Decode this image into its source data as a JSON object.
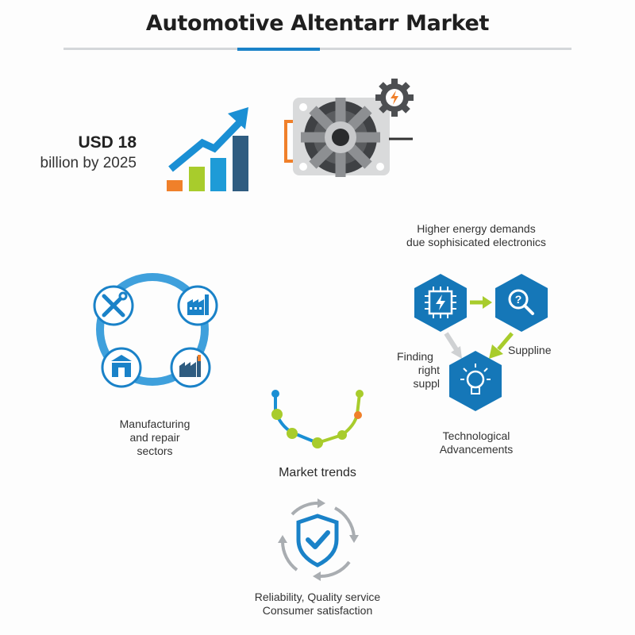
{
  "header": {
    "title": "Automotive Altentarr Market"
  },
  "stat": {
    "value": "USD 18",
    "caption": "billion by 2025",
    "icon": "growth-bar-chart-icon"
  },
  "hero": {
    "icon": "alternator-icon",
    "badge_icon": "gear-lightning-icon"
  },
  "sections": {
    "energy": {
      "caption_line1": "Higher energy demands",
      "caption_line2": "due sophisicated electronics",
      "nodes": [
        {
          "icon": "chip-lightning-icon"
        },
        {
          "icon": "magnifier-question-icon"
        },
        {
          "icon": "lightbulb-icon"
        }
      ],
      "left_label_line1": "Finding",
      "left_label_line2": "right suppl",
      "right_label": "Suppline",
      "bottom_label_line1": "Technological",
      "bottom_label_line2": "Advancements"
    },
    "manufacturing": {
      "icons": [
        "tools-wrench-screwdriver-icon",
        "factory-icon",
        "warehouse-icon",
        "industrial-plant-icon"
      ],
      "label_line1": "Manufacturing",
      "label_line2": "and repair",
      "label_line3": "sectors"
    },
    "trends": {
      "icon": "trend-curve-icon",
      "label": "Market trends"
    },
    "reliability": {
      "icon": "shield-check-cycle-icon",
      "label_line1": "Reliability, Quality service",
      "label_line2": "Consumer satisfaction"
    }
  },
  "colors": {
    "primary_blue": "#1a82c8",
    "dark_blue": "#2f5c80",
    "lime": "#a8cc2c",
    "orange": "#f0802a",
    "gray": "#9aa0a6",
    "rule_gray": "#d4d7da"
  }
}
